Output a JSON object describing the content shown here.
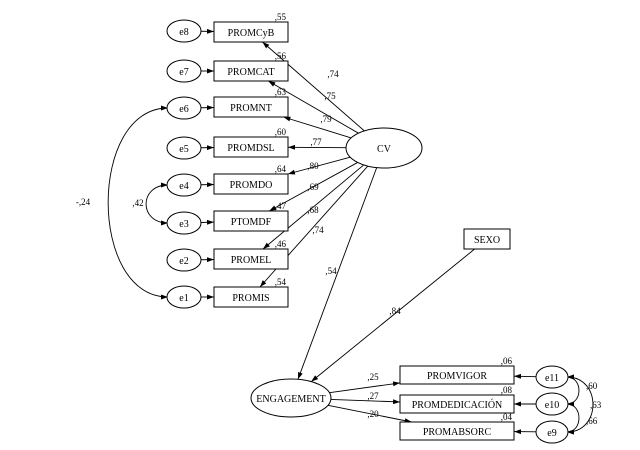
{
  "nodes": {
    "observed": [
      {
        "id": "PROMCyB",
        "label": "PROMCyB",
        "r2": ",55"
      },
      {
        "id": "PROMCAT",
        "label": "PROMCAT",
        "r2": ",56"
      },
      {
        "id": "PROMNT",
        "label": "PROMNT",
        "r2": ",63"
      },
      {
        "id": "PROMDSL",
        "label": "PROMDSL",
        "r2": ",60"
      },
      {
        "id": "PROMDO",
        "label": "PROMDO",
        "r2": ",64"
      },
      {
        "id": "PTOMDF",
        "label": "PTOMDF",
        "r2": ",47"
      },
      {
        "id": "PROMEL",
        "label": "PROMEL",
        "r2": ",46"
      },
      {
        "id": "PROMIS",
        "label": "PROMIS",
        "r2": ",54"
      },
      {
        "id": "SEXO",
        "label": "SEXO",
        "r2": ""
      },
      {
        "id": "PROMVIGOR",
        "label": "PROMVIGOR",
        "r2": ",06"
      },
      {
        "id": "PROMDEDICACION",
        "label": "PROMDEDICACIÓN",
        "r2": ",08"
      },
      {
        "id": "PROMABSORC",
        "label": "PROMABSORC",
        "r2": ",04"
      }
    ],
    "latent": [
      {
        "id": "CV",
        "label": "CV"
      },
      {
        "id": "ENGAGEMENT",
        "label": "ENGAGEMENT"
      }
    ],
    "errors": [
      {
        "id": "e8",
        "label": "e8"
      },
      {
        "id": "e7",
        "label": "e7"
      },
      {
        "id": "e6",
        "label": "e6"
      },
      {
        "id": "e5",
        "label": "e5"
      },
      {
        "id": "e4",
        "label": "e4"
      },
      {
        "id": "e3",
        "label": "e3"
      },
      {
        "id": "e2",
        "label": "e2"
      },
      {
        "id": "e1",
        "label": "e1"
      },
      {
        "id": "e11",
        "label": "e11"
      },
      {
        "id": "e10",
        "label": "e10"
      },
      {
        "id": "e9",
        "label": "e9"
      }
    ]
  },
  "paths": [
    {
      "from": "CV",
      "to": "PROMCyB",
      "coef": ",74"
    },
    {
      "from": "CV",
      "to": "PROMCAT",
      "coef": ",75"
    },
    {
      "from": "CV",
      "to": "PROMNT",
      "coef": ",79"
    },
    {
      "from": "CV",
      "to": "PROMDSL",
      "coef": ",77"
    },
    {
      "from": "CV",
      "to": "PROMDO",
      "coef": ",80"
    },
    {
      "from": "CV",
      "to": "PTOMDF",
      "coef": ",69"
    },
    {
      "from": "CV",
      "to": "PROMEL",
      "coef": ",68"
    },
    {
      "from": "CV",
      "to": "PROMIS",
      "coef": ",74"
    },
    {
      "from": "CV",
      "to": "ENGAGEMENT",
      "coef": ",54"
    },
    {
      "from": "SEXO",
      "to": "ENGAGEMENT",
      "coef": ",84"
    },
    {
      "from": "ENGAGEMENT",
      "to": "PROMVIGOR",
      "coef": ",25"
    },
    {
      "from": "ENGAGEMENT",
      "to": "PROMDEDICACION",
      "coef": ",27"
    },
    {
      "from": "ENGAGEMENT",
      "to": "PROMABSORC",
      "coef": ",20"
    },
    {
      "from": "e8",
      "to": "PROMCyB",
      "coef": ""
    },
    {
      "from": "e7",
      "to": "PROMCAT",
      "coef": ""
    },
    {
      "from": "e6",
      "to": "PROMNT",
      "coef": ""
    },
    {
      "from": "e5",
      "to": "PROMDSL",
      "coef": ""
    },
    {
      "from": "e4",
      "to": "PROMDO",
      "coef": ""
    },
    {
      "from": "e3",
      "to": "PTOMDF",
      "coef": ""
    },
    {
      "from": "e2",
      "to": "PROMEL",
      "coef": ""
    },
    {
      "from": "e1",
      "to": "PROMIS",
      "coef": ""
    },
    {
      "from": "e11",
      "to": "PROMVIGOR",
      "coef": ""
    },
    {
      "from": "e10",
      "to": "PROMDEDICACION",
      "coef": ""
    },
    {
      "from": "e9",
      "to": "PROMABSORC",
      "coef": ""
    }
  ],
  "covariances": [
    {
      "a": "e6",
      "b": "e1",
      "coef": "-,24"
    },
    {
      "a": "e4",
      "b": "e3",
      "coef": ",42"
    },
    {
      "a": "e11",
      "b": "e10",
      "coef": ",60"
    },
    {
      "a": "e10",
      "b": "e9",
      "coef": ",63"
    },
    {
      "a": "e11",
      "b": "e9",
      "coef": ",66"
    }
  ]
}
